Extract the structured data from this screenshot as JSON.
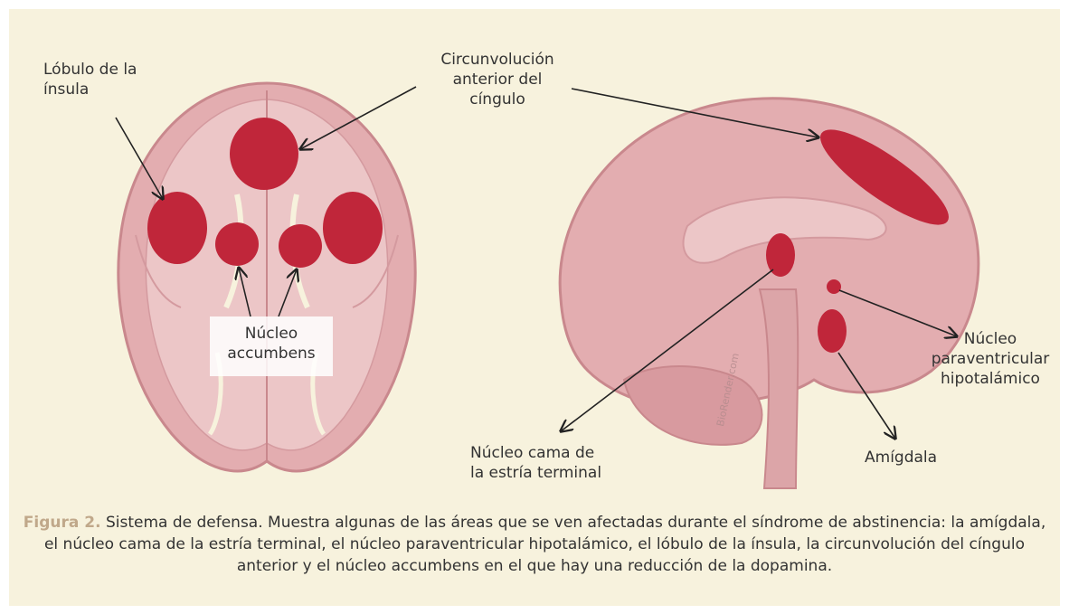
{
  "labels": {
    "insula": "Lóbulo de la\nínsula",
    "cingulate": "Circunvolución\nanterior del\ncíngulo",
    "accumbens": "Núcleo\naccumbens",
    "pvn": "Núcleo\nparaventricular\nhipotalámico",
    "bnst": "Núcleo cama de\nla estría terminal",
    "amygdala": "Amígdala"
  },
  "watermark": "BioRender.com",
  "caption": {
    "figure_label": "Figura 2.",
    "text": " Sistema de defensa. Muestra algunas de las áreas que se ven afectadas durante el síndrome de abstinencia: la amígdala, el núcleo cama de la estría terminal, el núcleo paraventricular hipotalámico, el lóbulo de la ínsula, la circunvolución del cíngulo anterior y el núcleo accumbens en el que hay una reducción de la dopamina."
  },
  "colors": {
    "background": "#f7f2dd",
    "brain": "#e3adb0",
    "brain_dark": "#c9888d",
    "highlight": "#c0263a",
    "caption_label": "#c0a88a"
  }
}
